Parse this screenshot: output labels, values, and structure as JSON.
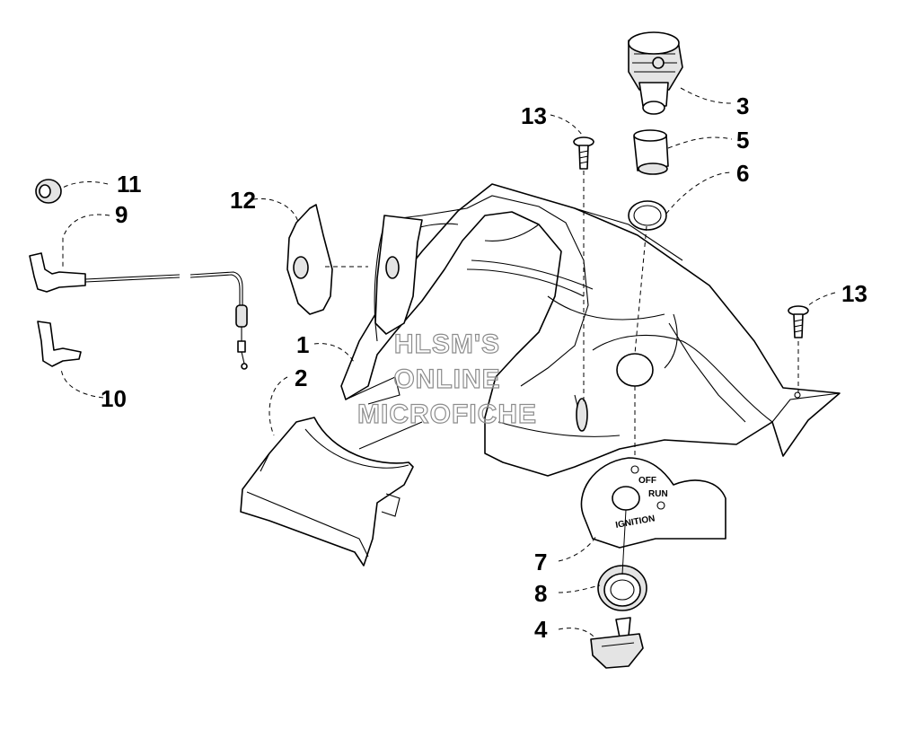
{
  "watermark": {
    "line1": "HLSM'S",
    "line2": "ONLINE",
    "line3": "MICROFICHE"
  },
  "ignition_plate": {
    "off": "OFF",
    "run": "RUN",
    "ignition": "IGNITION"
  },
  "callouts": {
    "p1": "1",
    "p2": "2",
    "p3": "3",
    "p4": "4",
    "p5": "5",
    "p6": "6",
    "p7": "7",
    "p8": "8",
    "p9": "9",
    "p10": "10",
    "p11": "11",
    "p12": "12",
    "p13a": "13",
    "p13b": "13"
  }
}
